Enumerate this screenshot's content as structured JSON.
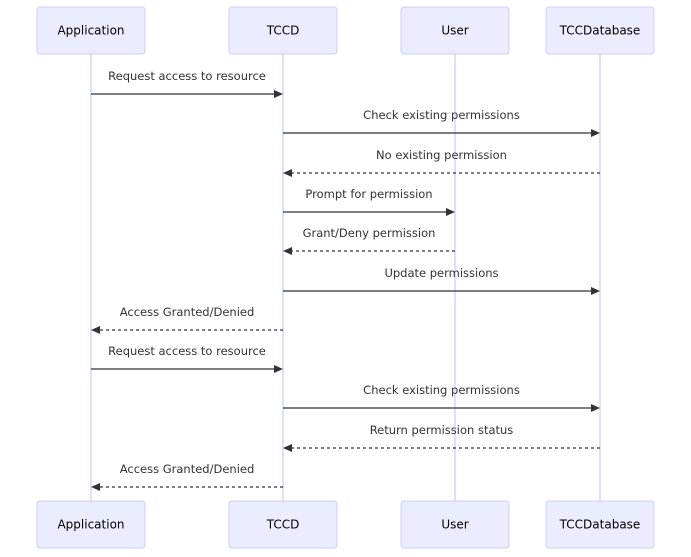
{
  "participants": [
    {
      "id": "Application",
      "label": "Application"
    },
    {
      "id": "TCCD",
      "label": "TCCD"
    },
    {
      "id": "User",
      "label": "User"
    },
    {
      "id": "TCCDatabase",
      "label": "TCCDatabase"
    }
  ],
  "messages": [
    {
      "from": "Application",
      "to": "TCCD",
      "text": "Request access to resource",
      "style": "solid"
    },
    {
      "from": "TCCD",
      "to": "TCCDatabase",
      "text": "Check existing permissions",
      "style": "solid"
    },
    {
      "from": "TCCDatabase",
      "to": "TCCD",
      "text": "No existing permission",
      "style": "dotted"
    },
    {
      "from": "TCCD",
      "to": "User",
      "text": "Prompt for permission",
      "style": "solid"
    },
    {
      "from": "User",
      "to": "TCCD",
      "text": "Grant/Deny permission",
      "style": "dotted"
    },
    {
      "from": "TCCD",
      "to": "TCCDatabase",
      "text": "Update permissions",
      "style": "solid"
    },
    {
      "from": "TCCD",
      "to": "Application",
      "text": "Access Granted/Denied",
      "style": "dotted"
    },
    {
      "from": "Application",
      "to": "TCCD",
      "text": "Request access to resource",
      "style": "solid"
    },
    {
      "from": "TCCD",
      "to": "TCCDatabase",
      "text": "Check existing permissions",
      "style": "solid"
    },
    {
      "from": "TCCDatabase",
      "to": "TCCD",
      "text": "Return permission status",
      "style": "dotted"
    },
    {
      "from": "TCCD",
      "to": "Application",
      "text": "Access Granted/Denied",
      "style": "dotted"
    }
  ],
  "colors": {
    "actor_fill": "#ececff",
    "actor_border": "#ccccff",
    "lifeline": "#ccccff",
    "message_line": "#333333",
    "text": "#333333"
  }
}
